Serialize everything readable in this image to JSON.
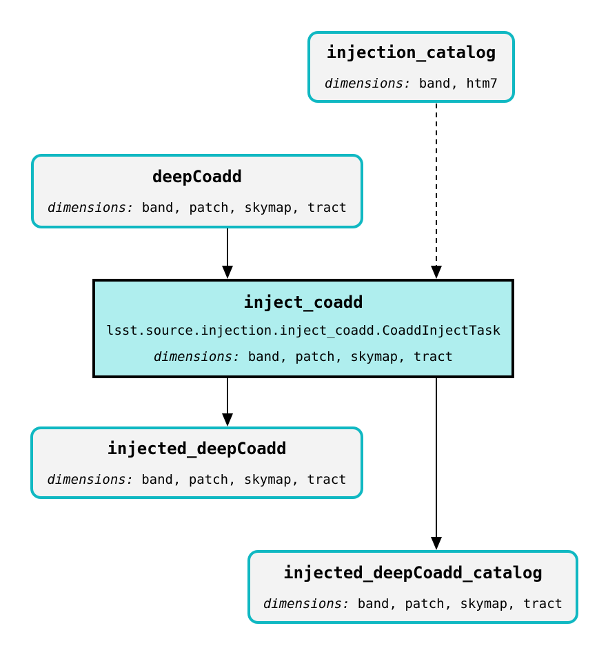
{
  "diagram": {
    "type": "pipeline-graph",
    "colors": {
      "dataset_border": "#10b8c2",
      "dataset_fill": "#f3f3f3",
      "task_fill": "#afeeee",
      "task_border": "#000000",
      "edge": "#000000",
      "background": "#ffffff"
    },
    "nodes": {
      "injection_catalog": {
        "title": "injection_catalog",
        "dimensions_label": "dimensions:",
        "dimensions": "band, htm7"
      },
      "deepCoadd": {
        "title": "deepCoadd",
        "dimensions_label": "dimensions:",
        "dimensions": "band, patch, skymap, tract"
      },
      "inject_coadd": {
        "title": "inject_coadd",
        "task_class": "lsst.source.injection.inject_coadd.CoaddInjectTask",
        "dimensions_label": "dimensions:",
        "dimensions": "band, patch, skymap, tract"
      },
      "injected_deepCoadd": {
        "title": "injected_deepCoadd",
        "dimensions_label": "dimensions:",
        "dimensions": "band, patch, skymap, tract"
      },
      "injected_deepCoadd_catalog": {
        "title": "injected_deepCoadd_catalog",
        "dimensions_label": "dimensions:",
        "dimensions": "band, patch, skymap, tract"
      }
    },
    "edges": [
      {
        "from": "deepCoadd",
        "to": "inject_coadd",
        "style": "solid"
      },
      {
        "from": "injection_catalog",
        "to": "inject_coadd",
        "style": "dashed"
      },
      {
        "from": "inject_coadd",
        "to": "injected_deepCoadd",
        "style": "solid"
      },
      {
        "from": "inject_coadd",
        "to": "injected_deepCoadd_catalog",
        "style": "solid"
      }
    ]
  }
}
